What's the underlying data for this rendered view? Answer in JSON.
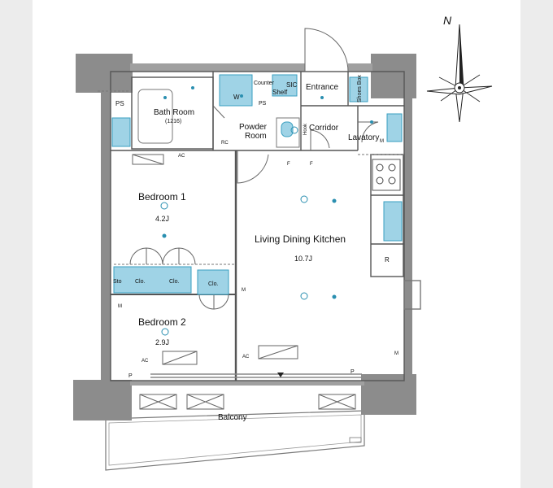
{
  "labels": {
    "bath_room": "Bath Room",
    "bath_size": "(1216)",
    "counter": "Counter",
    "sic": "SIC",
    "shelf": "Shelf",
    "entrance": "Entrance",
    "shoes_box": "Shoes Box",
    "powder_room_1": "Powder",
    "powder_room_2": "Room",
    "corridor": "Corridor",
    "lavatory": "Lavatory",
    "bedroom1": "Bedroom 1",
    "bedroom1_size": "4.2J",
    "ldk": "Living Dining Kitchen",
    "ldk_size": "10.7J",
    "bedroom2": "Bedroom 2",
    "bedroom2_size": "2.9J",
    "balcony": "Balcony",
    "north": "N",
    "ps_left": "PS",
    "ps_small": "PS",
    "w": "W",
    "sto": "Sto",
    "clo1": "Clo.",
    "clo2": "Clo.",
    "clo3": "Clo.",
    "r": "R",
    "p_left": "P",
    "p_right": "P",
    "m1": "M",
    "m2": "M",
    "m3": "M",
    "m4": "M",
    "ac1": "AC",
    "ac2": "AC",
    "ac3": "AC",
    "rc": "RC",
    "f1": "F",
    "f2": "F",
    "hook": "Hook"
  },
  "colors": {
    "wall": "#8c8c8c",
    "wall_dark": "#7a7a7a",
    "line": "#555555",
    "fixture": "#9fd3e6",
    "fixture_stroke": "#3a9fc0",
    "dot": "#2a8fb0"
  }
}
